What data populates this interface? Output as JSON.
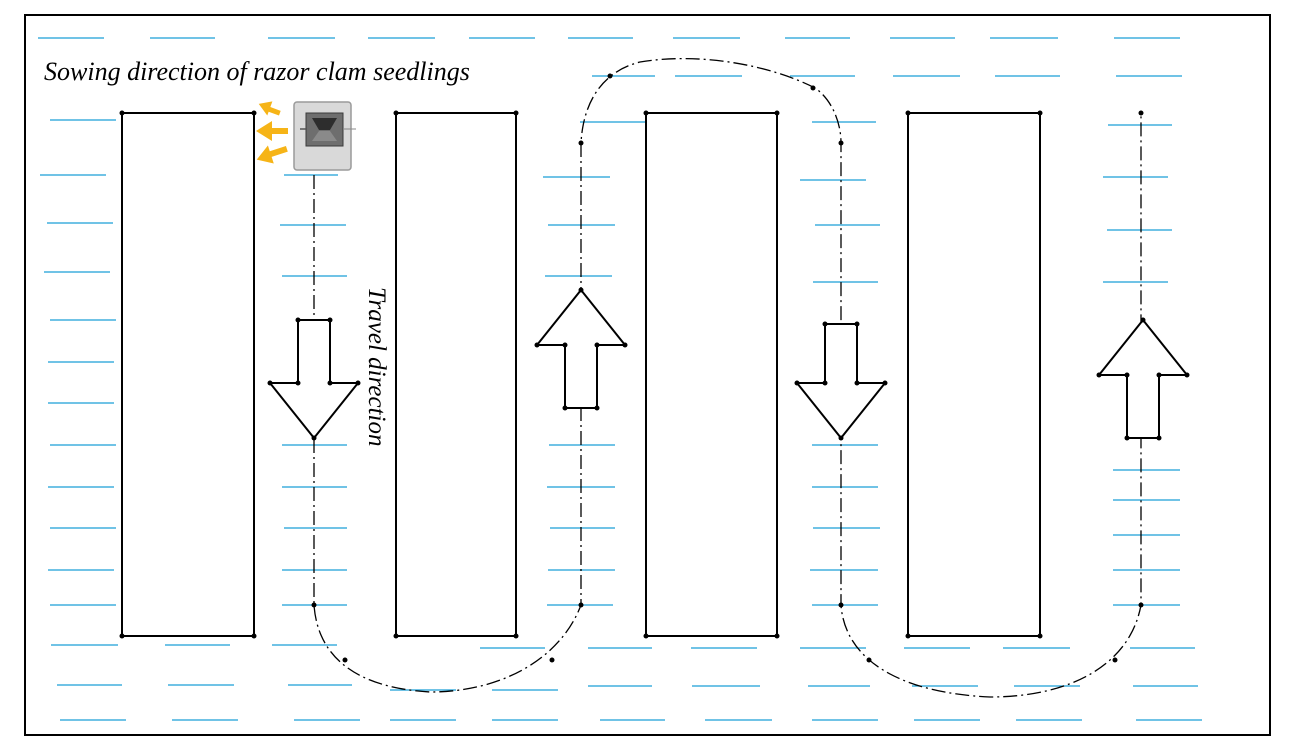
{
  "labels": {
    "sowing_direction": "Sowing direction of razor clam seedlings",
    "travel_direction": "Travel direction"
  },
  "colors": {
    "water_lines": "#1a9fd6",
    "sowing_arrows": "#f6b417",
    "outline": "#000000"
  },
  "icons": {
    "seeder": "sowing-machine-icon",
    "sowing_arrows": "sowing-arrow-icon"
  },
  "travel_arrows": [
    "down",
    "up",
    "down",
    "up"
  ]
}
